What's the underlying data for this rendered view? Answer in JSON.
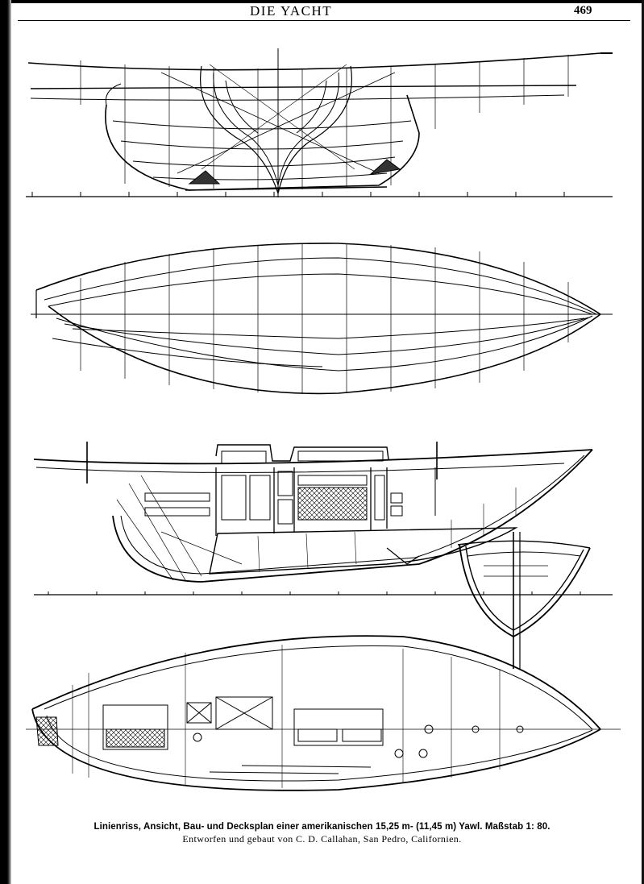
{
  "page": {
    "running_head": "DIE YACHT",
    "page_number": "469"
  },
  "drawings": [
    "lines-plan-profile",
    "lines-plan-half-breadth",
    "interior-construction-profile",
    "midship-section",
    "deck-plan"
  ],
  "caption": {
    "line1": "Linienriss, Ansicht, Bau- und Decksplan einer amerikanischen 15,25 m- (11,45 m) Yawl. Maßstab 1: 80.",
    "line2": "Entworfen und gebaut von C. D. Callahan, San Pedro, Californien."
  }
}
